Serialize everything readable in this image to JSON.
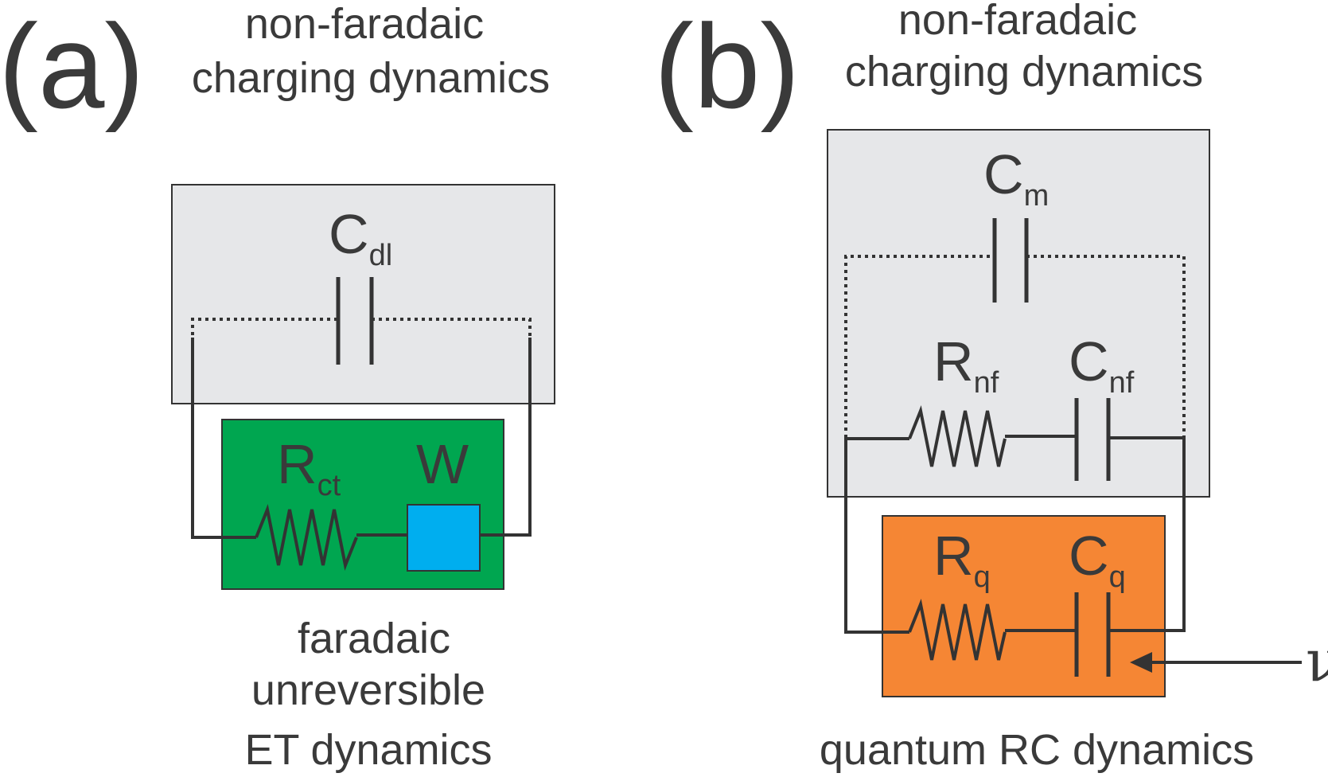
{
  "panel_a": {
    "tag": "(a)",
    "top_caption": [
      "non-faradaic",
      "charging dynamics"
    ],
    "cdl": {
      "main": "C",
      "sub": "dl"
    },
    "rct": {
      "main": "R",
      "sub": "ct"
    },
    "w": "W",
    "bottom_caption": [
      "faradaic",
      "unreversible",
      "ET dynamics"
    ]
  },
  "panel_b": {
    "tag": "(b)",
    "top_caption": [
      "non-faradaic",
      "charging dynamics"
    ],
    "cm": {
      "main": "C",
      "sub": "m"
    },
    "rnf": {
      "main": "R",
      "sub": "nf"
    },
    "cnf": {
      "main": "C",
      "sub": "nf"
    },
    "rq": {
      "main": "R",
      "sub": "q"
    },
    "cq": {
      "main": "C",
      "sub": "q"
    },
    "nu": "ν",
    "bottom_caption": "quantum RC dynamics"
  },
  "colors": {
    "gray_box": "#e6e7e9",
    "green_box": "#00a650",
    "blue_box": "#00aeef",
    "orange_box": "#f58634"
  }
}
